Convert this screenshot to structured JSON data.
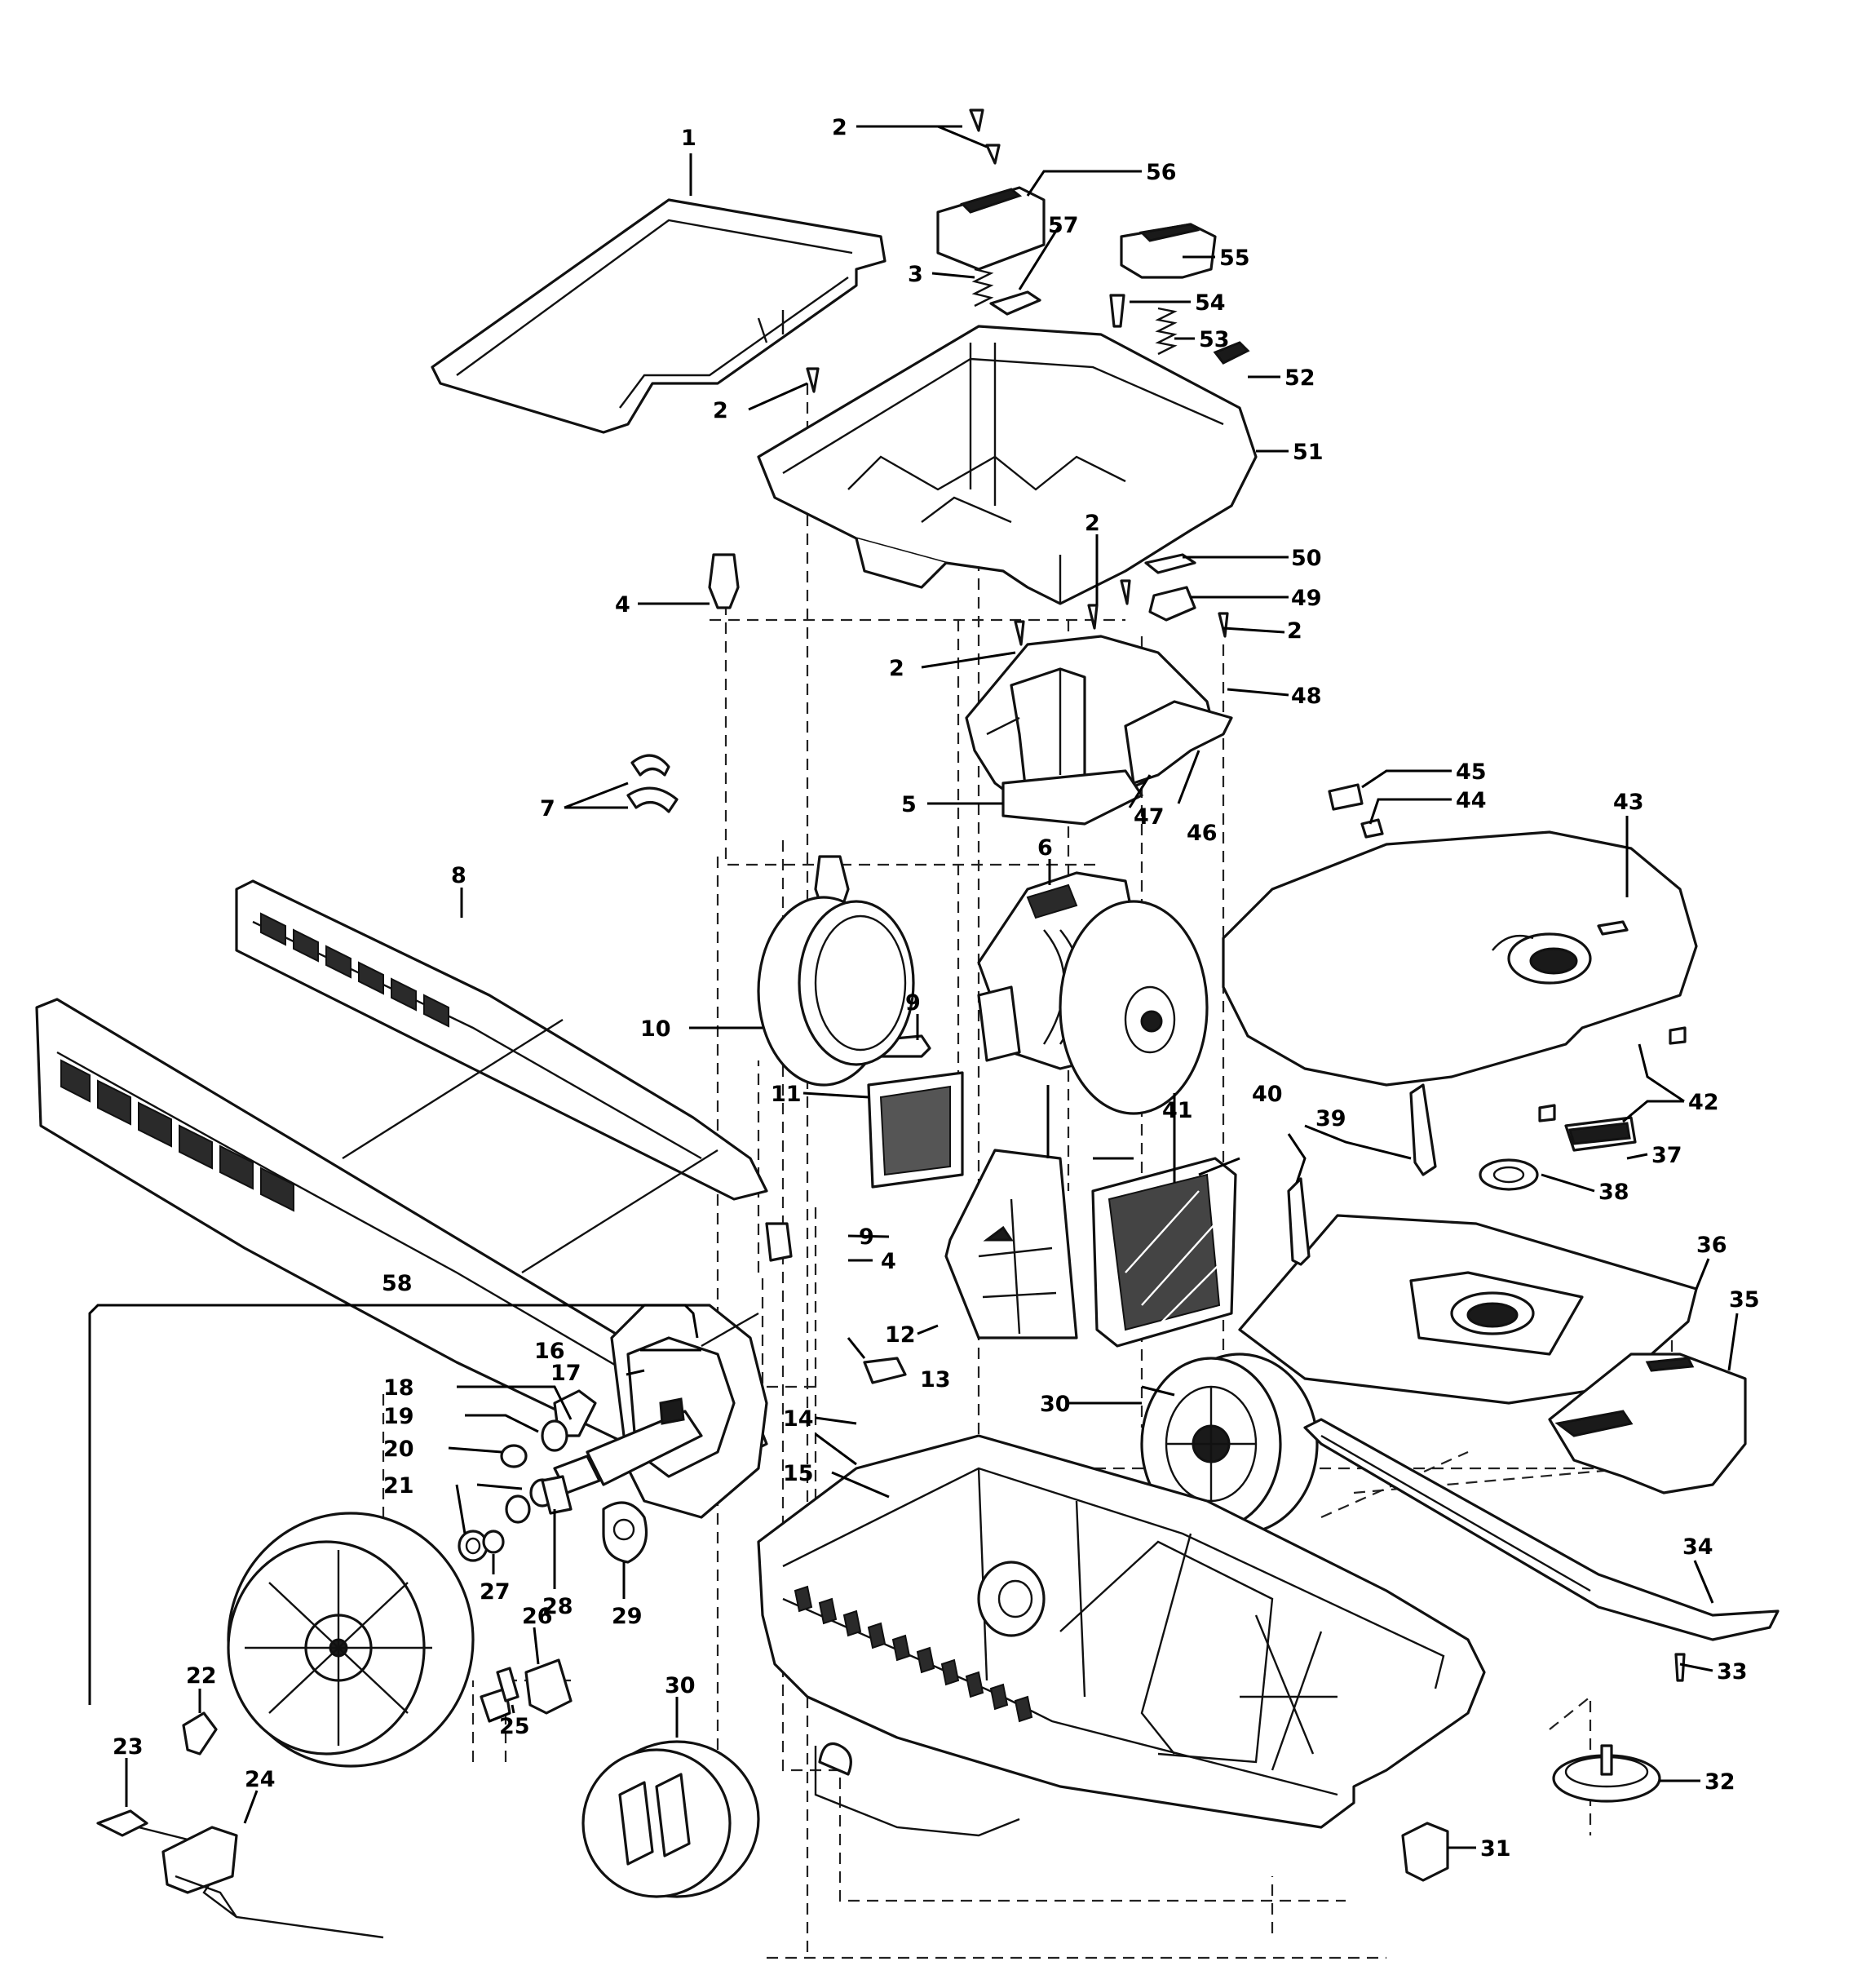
{
  "diagram": {
    "callouts": [
      {
        "id": "c1",
        "label": "1"
      },
      {
        "id": "c2a",
        "label": "2"
      },
      {
        "id": "c2b",
        "label": "2"
      },
      {
        "id": "c2c",
        "label": "2"
      },
      {
        "id": "c2d",
        "label": "2"
      },
      {
        "id": "c2e",
        "label": "2"
      },
      {
        "id": "c3",
        "label": "3"
      },
      {
        "id": "c4a",
        "label": "4"
      },
      {
        "id": "c4b",
        "label": "4"
      },
      {
        "id": "c5",
        "label": "5"
      },
      {
        "id": "c6",
        "label": "6"
      },
      {
        "id": "c7",
        "label": "7"
      },
      {
        "id": "c8",
        "label": "8"
      },
      {
        "id": "c9a",
        "label": "9"
      },
      {
        "id": "c9b",
        "label": "9"
      },
      {
        "id": "c10",
        "label": "10"
      },
      {
        "id": "c11",
        "label": "11"
      },
      {
        "id": "c12",
        "label": "12"
      },
      {
        "id": "c13",
        "label": "13"
      },
      {
        "id": "c14",
        "label": "14"
      },
      {
        "id": "c15",
        "label": "15"
      },
      {
        "id": "c16",
        "label": "16"
      },
      {
        "id": "c17",
        "label": "17"
      },
      {
        "id": "c18",
        "label": "18"
      },
      {
        "id": "c19",
        "label": "19"
      },
      {
        "id": "c20",
        "label": "20"
      },
      {
        "id": "c21",
        "label": "21"
      },
      {
        "id": "c22",
        "label": "22"
      },
      {
        "id": "c23",
        "label": "23"
      },
      {
        "id": "c24",
        "label": "24"
      },
      {
        "id": "c25",
        "label": "25"
      },
      {
        "id": "c26",
        "label": "26"
      },
      {
        "id": "c27",
        "label": "27"
      },
      {
        "id": "c28",
        "label": "28"
      },
      {
        "id": "c29",
        "label": "29"
      },
      {
        "id": "c30a",
        "label": "30"
      },
      {
        "id": "c30b",
        "label": "30"
      },
      {
        "id": "c31",
        "label": "31"
      },
      {
        "id": "c32",
        "label": "32"
      },
      {
        "id": "c33",
        "label": "33"
      },
      {
        "id": "c34",
        "label": "34"
      },
      {
        "id": "c35",
        "label": "35"
      },
      {
        "id": "c36",
        "label": "36"
      },
      {
        "id": "c37",
        "label": "37"
      },
      {
        "id": "c38",
        "label": "38"
      },
      {
        "id": "c39",
        "label": "39"
      },
      {
        "id": "c40",
        "label": "40"
      },
      {
        "id": "c41",
        "label": "41"
      },
      {
        "id": "c42",
        "label": "42"
      },
      {
        "id": "c43",
        "label": "43"
      },
      {
        "id": "c44",
        "label": "44"
      },
      {
        "id": "c45",
        "label": "45"
      },
      {
        "id": "c46",
        "label": "46"
      },
      {
        "id": "c47",
        "label": "47"
      },
      {
        "id": "c48",
        "label": "48"
      },
      {
        "id": "c49",
        "label": "49"
      },
      {
        "id": "c50",
        "label": "50"
      },
      {
        "id": "c51",
        "label": "51"
      },
      {
        "id": "c52",
        "label": "52"
      },
      {
        "id": "c53",
        "label": "53"
      },
      {
        "id": "c54",
        "label": "54"
      },
      {
        "id": "c55",
        "label": "55"
      },
      {
        "id": "c56",
        "label": "56"
      },
      {
        "id": "c57",
        "label": "57"
      },
      {
        "id": "c58",
        "label": "58"
      }
    ]
  }
}
